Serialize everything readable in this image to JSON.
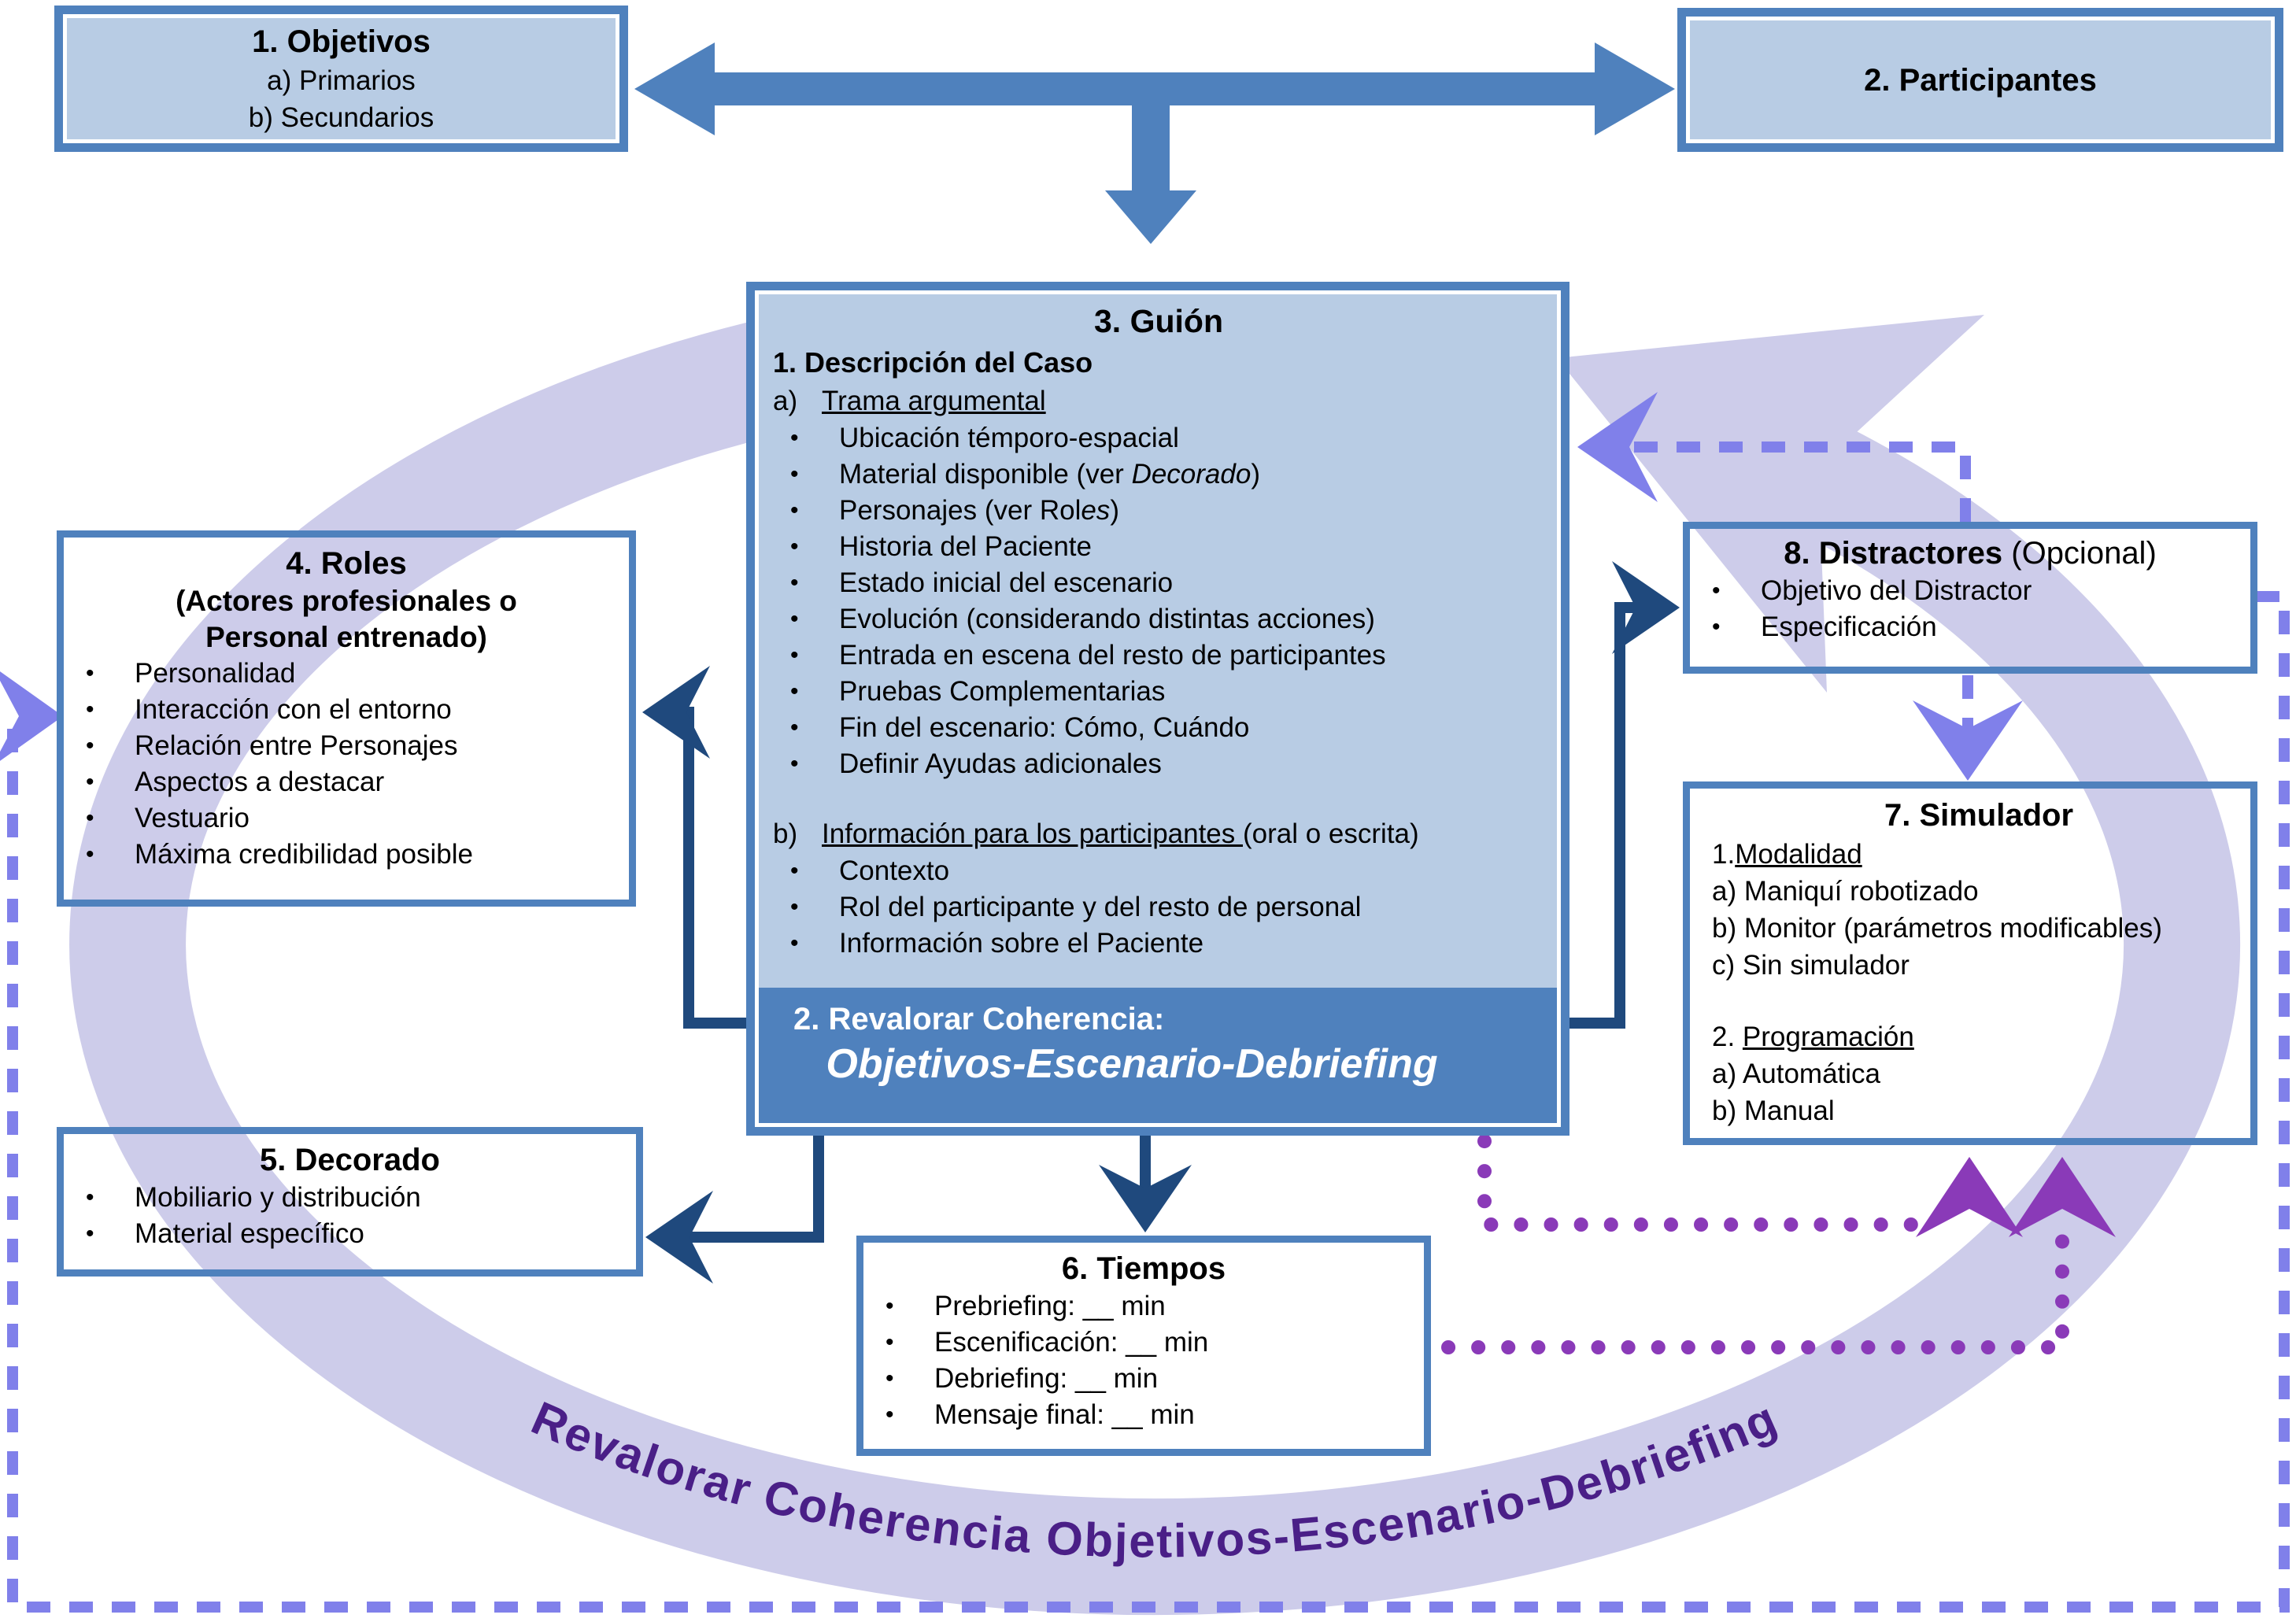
{
  "diagram": {
    "colors": {
      "box_border_blue": "#4f81bd",
      "box_fill_light_blue": "#b8cce4",
      "footer_blue": "#4f81bd",
      "dark_arrow_blue": "#1f497d",
      "ring_lavender": "#cdccea",
      "dashed_periwinkle": "#8080ea",
      "dotted_purple": "#8a3ab8",
      "ring_text_purple": "#4a1f87"
    },
    "ring_text": "Revalorar Coherencia Objetivos-Escenario-Debriefing",
    "boxes": {
      "objetivos": {
        "title": "1. Objetivos",
        "items": [
          "a) Primarios",
          "b) Secundarios"
        ]
      },
      "participantes": {
        "title": "2. Participantes"
      },
      "guion": {
        "title": "3. Guión",
        "desc_title": "1. Descripción del Caso",
        "a_label": "a)",
        "a_underline": "Trama argumental",
        "bullets_a": [
          "Ubicación témporo-espacial",
          [
            "Material  disponible (ver ",
            {
              "t": "Decorado",
              "i": true
            },
            ")"
          ],
          [
            "Personajes (ver Rol",
            {
              "t": "es",
              "i": true
            },
            ")"
          ],
          "Historia del Paciente",
          "Estado inicial del escenario",
          "Evolución (considerando distintas acciones)",
          "Entrada en escena del resto de participantes",
          "Pruebas Complementarias",
          "Fin del escenario: Cómo, Cuándo",
          "Definir Ayudas adicionales"
        ],
        "b_label": "b)",
        "b_underline": "Información para los participantes ",
        "b_suffix": "(oral o escrita)",
        "bullets_b": [
          "Contexto",
          "Rol del participante y del resto de personal",
          "Información sobre el Paciente"
        ],
        "footer_label": "2. Revalorar Coherencia:",
        "footer_main": "Objetivos-Escenario-Debriefing"
      },
      "roles": {
        "title": "4. Roles",
        "subtitle_line1": "(Actores profesionales o",
        "subtitle_line2": "Personal entrenado)",
        "bullets": [
          "Personalidad",
          "Interacción con el entorno",
          "Relación entre Personajes",
          "Aspectos a destacar",
          "Vestuario",
          "Máxima credibilidad posible"
        ]
      },
      "decorado": {
        "title": "5. Decorado",
        "bullets": [
          "Mobiliario y distribución",
          "Material específico"
        ]
      },
      "tiempos": {
        "title": "6. Tiempos",
        "bullets": [
          "Prebriefing: __ min",
          "Escenificación: __ min",
          "Debriefing: __ min",
          "Mensaje final: __ min"
        ]
      },
      "simulador": {
        "title": "7. Simulador",
        "s1_label": "1.",
        "s1_underline": "Modalidad",
        "s1_items": [
          "a) Maniquí robotizado",
          "b) Monitor (parámetros modificables)",
          "c) Sin simulador"
        ],
        "s2_label": "2. ",
        "s2_underline": "Programación",
        "s2_items": [
          "a) Automática",
          "b) Manual"
        ]
      },
      "distractores": {
        "title": "8. Distractores",
        "title_suffix": " (Opcional)",
        "bullets": [
          "Objetivo del Distractor",
          "Especificación"
        ]
      }
    }
  }
}
